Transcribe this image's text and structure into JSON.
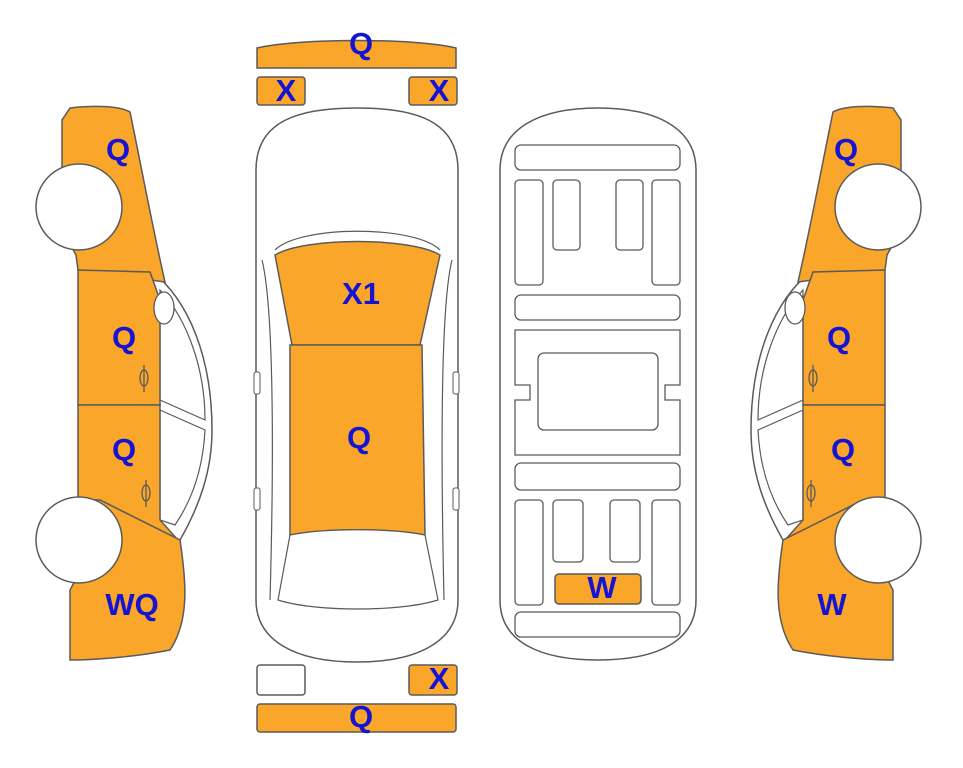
{
  "colors": {
    "damage_fill": "#F9A62B",
    "outline": "#5a5a5a",
    "label": "#1414D2",
    "body": "#ffffff"
  },
  "views": {
    "left_side": {
      "hood_fender": "Q",
      "front_door": "Q",
      "rear_door": "Q",
      "rear_quarter": "WQ"
    },
    "top": {
      "front_bumper": "Q",
      "headlight_left": "X",
      "headlight_right": "X",
      "windshield": "X1",
      "roof": "Q",
      "taillight_right": "X",
      "rear_bumper": "Q"
    },
    "underbody": {
      "rear_section": "W"
    },
    "right_side": {
      "hood_fender": "Q",
      "front_door": "Q",
      "rear_door": "Q",
      "rear_quarter": "W"
    }
  }
}
